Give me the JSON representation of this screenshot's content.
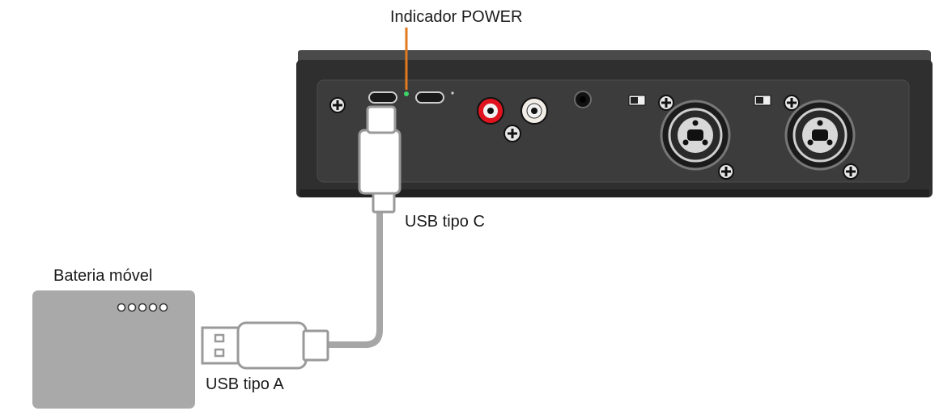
{
  "labels": {
    "power_indicator": "Indicador POWER",
    "usb_type_c": "USB tipo C",
    "usb_type_a": "USB tipo A",
    "mobile_battery": "Bateria móvel"
  },
  "colors": {
    "device_body": "#2f2f2f",
    "device_panel": "#3c3c3c",
    "callout_line": "#e07a1f",
    "power_led": "#3fd46a",
    "rca_red": "#e0141e",
    "rca_white": "#f2ede6",
    "battery": "#a9a9a9",
    "cable": "#a6a6a6"
  }
}
